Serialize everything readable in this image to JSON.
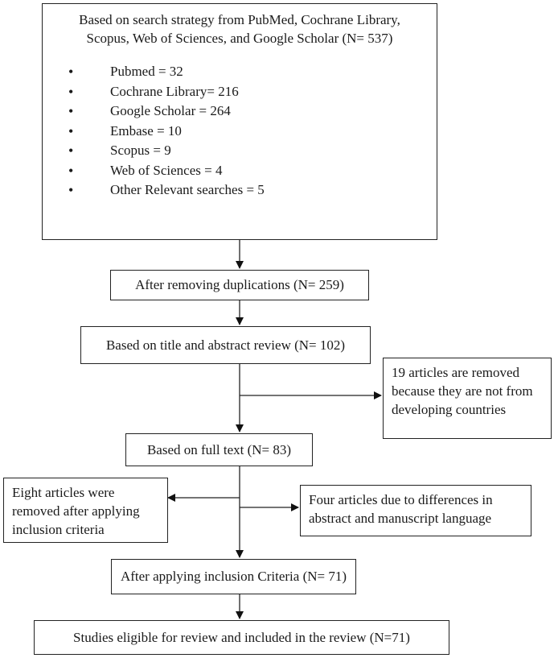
{
  "boxes": {
    "search": {
      "title": "Based on search strategy from PubMed, Cochrane Library, Scopus, Web of Sciences, and Google Scholar (N= 537)",
      "sources": [
        "Pubmed = 32",
        "Cochrane Library= 216",
        "Google Scholar = 264",
        "Embase = 10",
        "Scopus = 9",
        "Web of Sciences = 4",
        "Other Relevant searches = 5"
      ]
    },
    "dedup": "After removing duplications (N= 259)",
    "title_abstract": "Based on title and abstract review (N= 102)",
    "removed_developing": "19 articles are removed because they are not from developing countries",
    "full_text": "Based on full text (N= 83)",
    "removed_inclusion": "Eight articles were removed after applying inclusion criteria",
    "removed_language": "Four articles due to differences in abstract and manuscript language",
    "after_inclusion": "After applying inclusion Criteria (N= 71)",
    "eligible": "Studies eligible for review and included in the review (N=71)"
  },
  "colors": {
    "stroke": "#222222",
    "text": "#1a1a1a",
    "background": "#ffffff"
  }
}
